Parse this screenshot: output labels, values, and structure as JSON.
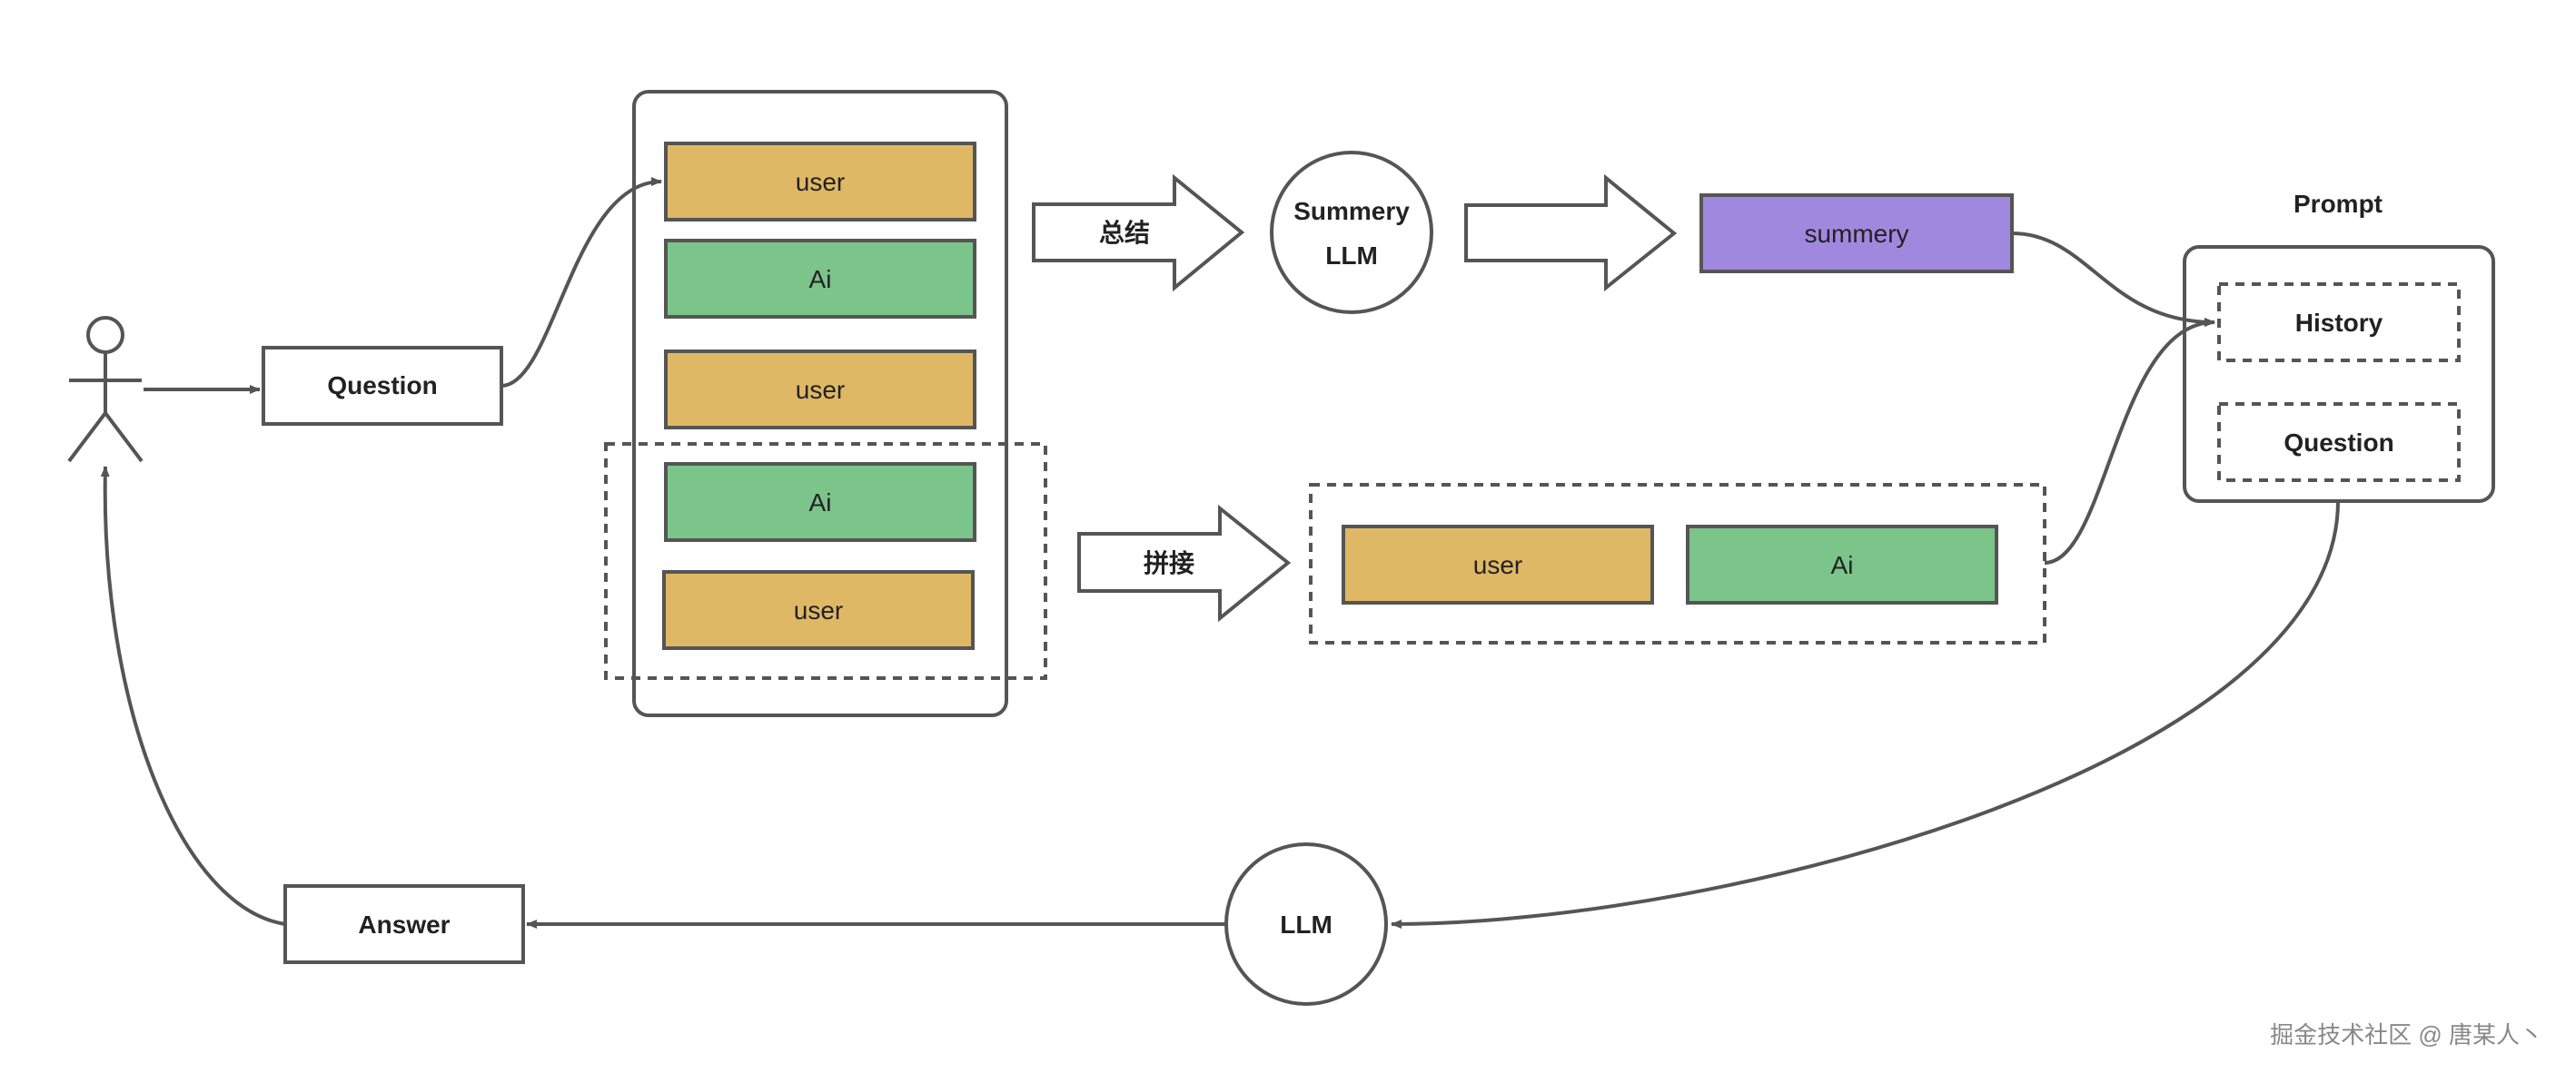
{
  "colors": {
    "user": "#DFB866",
    "ai": "#7BC48A",
    "summary": "#A088DF",
    "stroke": "#555555",
    "text": "#222222"
  },
  "nodes": {
    "question": "Question",
    "answer": "Answer",
    "llm": "LLM",
    "summary_llm_line1": "Summery",
    "summary_llm_line2": "LLM",
    "summary_block": "summery",
    "prompt_title": "Prompt",
    "prompt_history": "History",
    "prompt_question": "Question"
  },
  "history_messages": [
    "user",
    "Ai",
    "user",
    "Ai",
    "user"
  ],
  "recent_messages": [
    "user",
    "Ai"
  ],
  "arrows": {
    "summarize": "总结",
    "concat": "拼接"
  },
  "watermark": "掘金技术社区 @ 唐某人丶",
  "icons": {
    "actor": "stick-figure-user-icon"
  }
}
